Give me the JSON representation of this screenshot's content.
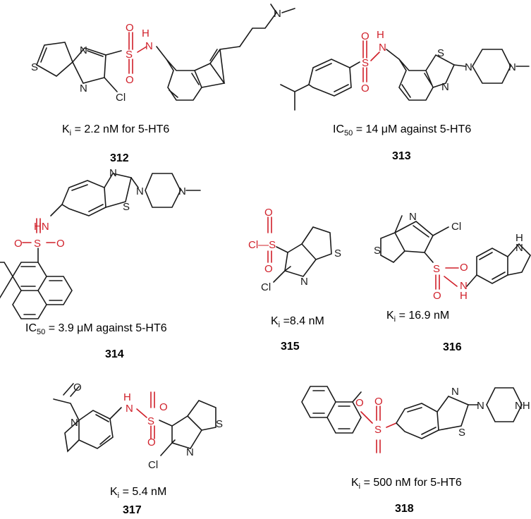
{
  "compounds": [
    {
      "id": "312",
      "activity_prefix": "K",
      "activity_sub": "i",
      "activity_rest": " = 2.2 nM for 5-HT6"
    },
    {
      "id": "313",
      "activity_prefix": "IC",
      "activity_sub": "50",
      "activity_rest": " = 14 μM against 5-HT6"
    },
    {
      "id": "314",
      "activity_prefix": "IC",
      "activity_sub": "50",
      "activity_rest": " = 3.9 μM against 5-HT6"
    },
    {
      "id": "315",
      "activity_prefix": "K",
      "activity_sub": "i",
      "activity_rest": " =8.4 nM"
    },
    {
      "id": "316",
      "activity_prefix": "K",
      "activity_sub": "i",
      "activity_rest": " = 16.9 nM"
    },
    {
      "id": "317",
      "activity_prefix": "K",
      "activity_sub": "i",
      "activity_rest": " = 5.4 nM"
    },
    {
      "id": "318",
      "activity_prefix": "K",
      "activity_sub": "i",
      "activity_rest": " = 500 nM for 5-HT6"
    }
  ],
  "atom_labels": {
    "S": "S",
    "N": "N",
    "O": "O",
    "H": "H",
    "NH": "NH",
    "HN": "HN",
    "Cl": "Cl",
    "ClS": "Cl—S"
  },
  "colors": {
    "bonds": "#1a1a1a",
    "sulfonyl_highlight": "#d0202a",
    "text": "#000000"
  }
}
